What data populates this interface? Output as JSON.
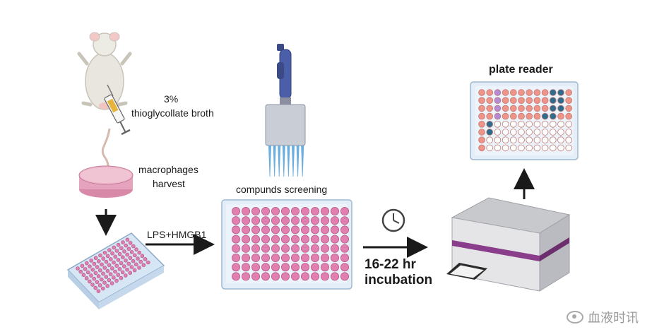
{
  "labels": {
    "thioglycollate_pct": "3%",
    "thioglycollate_name": "thioglycollate broth",
    "macrophages_line1": "macrophages",
    "macrophages_line2": "harvest",
    "stimulus": "LPS+HMGB1",
    "screening": "compunds screening",
    "incubation_time": "16-22 hr",
    "incubation": "incubation",
    "plate_reader": "plate reader"
  },
  "watermark": {
    "text": "血液时讯",
    "icon": "weibo-eye-icon"
  },
  "colors": {
    "well_pink": "#e07fb0",
    "well_salmon": "#ee9488",
    "well_violet": "#b48ad6",
    "well_teal": "#2f6b8c",
    "well_empty": "#ffffff",
    "pipette_blue": "#4a5fa8",
    "tip_blue": "#6aaee0",
    "reader_purple": "#8a3d8a",
    "dish_pink": "#e6a3bd",
    "arrow": "#1a1a1a"
  },
  "result_plate": {
    "rows": [
      "SSVSSSSSSTTS",
      "SSVSSSSSSTTS",
      "SSVSSSSSSTTS",
      "SSVSSSSSTTSS",
      "STEEEEEEEEEE",
      "STEEEEEEEEEE",
      "SEEEEEEEEEEE",
      "SEEEEEEEEEEE"
    ]
  }
}
